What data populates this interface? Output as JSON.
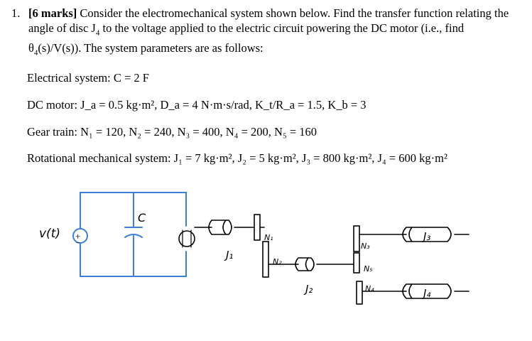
{
  "question": {
    "number": "1.",
    "marks": "[6 marks]",
    "text_1": "Consider the electromechanical system shown below. Find the transfer function relating the angle of disc J",
    "text_1_sub": "4",
    "text_2": " to the voltage applied to the electric circuit powering the DC motor (i.e., find θ",
    "text_2_sub": "4",
    "text_3": "(s)/V(s)). The system parameters are as follows:"
  },
  "params": {
    "electrical": "Electrical system: C = 2 F",
    "dc_motor": "DC motor: J_a = 0.5 kg·m², D_a = 4 N·m·s/rad, K_t/R_a = 1.5, K_b = 3",
    "gear_train": "Gear train: N₁ = 120, N₂ = 240, N₃ = 400, N₄ = 200, N₅ = 160",
    "rotational": "Rotational mechanical system: J₁ = 7 kg·m², J₂ = 5 kg·m², J₃ = 800 kg·m², J₄ = 600 kg·m²"
  },
  "figure": {
    "source_label": "v(t)",
    "cap_label": "C",
    "J1": "J₁",
    "J2": "J₂",
    "J3": "J₃",
    "J4": "J₄",
    "N1": "N₁",
    "N2": "N₂",
    "N3": "N₃",
    "N4": "N₄",
    "N5": "N₅",
    "circuit_color": "#3b7fd6"
  }
}
